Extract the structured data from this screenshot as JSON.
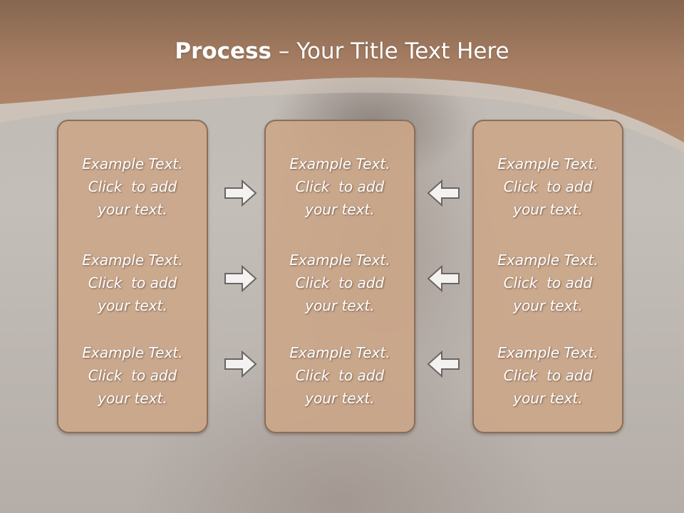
{
  "slide": {
    "title_bold": "Process",
    "title_rest": " – Your Title Text Here"
  },
  "columns": [
    {
      "items": [
        "Example Text.\nClick  to add\nyour text.",
        "Example Text.\nClick  to add\nyour text.",
        "Example Text.\nClick  to add\nyour text."
      ]
    },
    {
      "items": [
        "Example Text.\nClick  to add\nyour text.",
        "Example Text.\nClick  to add\nyour text.",
        "Example Text.\nClick  to add\nyour text."
      ]
    },
    {
      "items": [
        "Example Text.\nClick  to add\nyour text.",
        "Example Text.\nClick  to add\nyour text.",
        "Example Text.\nClick  to add\nyour text."
      ]
    }
  ],
  "arrows": {
    "left_group": "arrow-right-icon",
    "right_group": "arrow-left-icon"
  },
  "colors": {
    "header_brown": "#a67e62",
    "box_fill": "#cca688",
    "box_border": "#8c6e58",
    "text": "#ffffff"
  }
}
